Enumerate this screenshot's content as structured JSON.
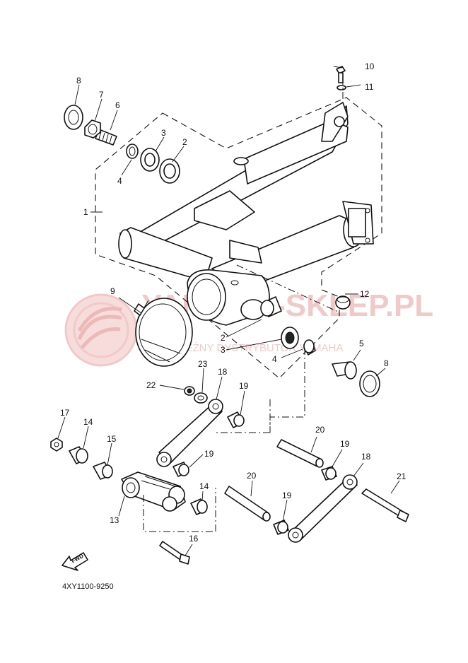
{
  "diagram_code": "4XY1100-9250",
  "fwd_label": "FWD",
  "watermark": {
    "main": "YAMAHA-SKLEP.PL",
    "sub": "NIEZALEŻNY DYSTRYBUTOR YAMAHA"
  },
  "callouts": {
    "c1": "1",
    "c2a": "2",
    "c2b": "2",
    "c3a": "3",
    "c3b": "3",
    "c4a": "4",
    "c4b": "4",
    "c5": "5",
    "c6": "6",
    "c7": "7",
    "c8a": "8",
    "c8b": "8",
    "c9": "9",
    "c10": "10",
    "c11": "11",
    "c12": "12",
    "c13": "13",
    "c14a": "14",
    "c14b": "14",
    "c15": "15",
    "c16": "16",
    "c17": "17",
    "c18a": "18",
    "c18b": "18",
    "c19a": "19",
    "c19b": "19",
    "c19c": "19",
    "c19d": "19",
    "c20a": "20",
    "c20b": "20",
    "c21": "21",
    "c22": "22",
    "c23": "23"
  },
  "colors": {
    "line": "#111111",
    "watermark": "#f1c9c9"
  }
}
